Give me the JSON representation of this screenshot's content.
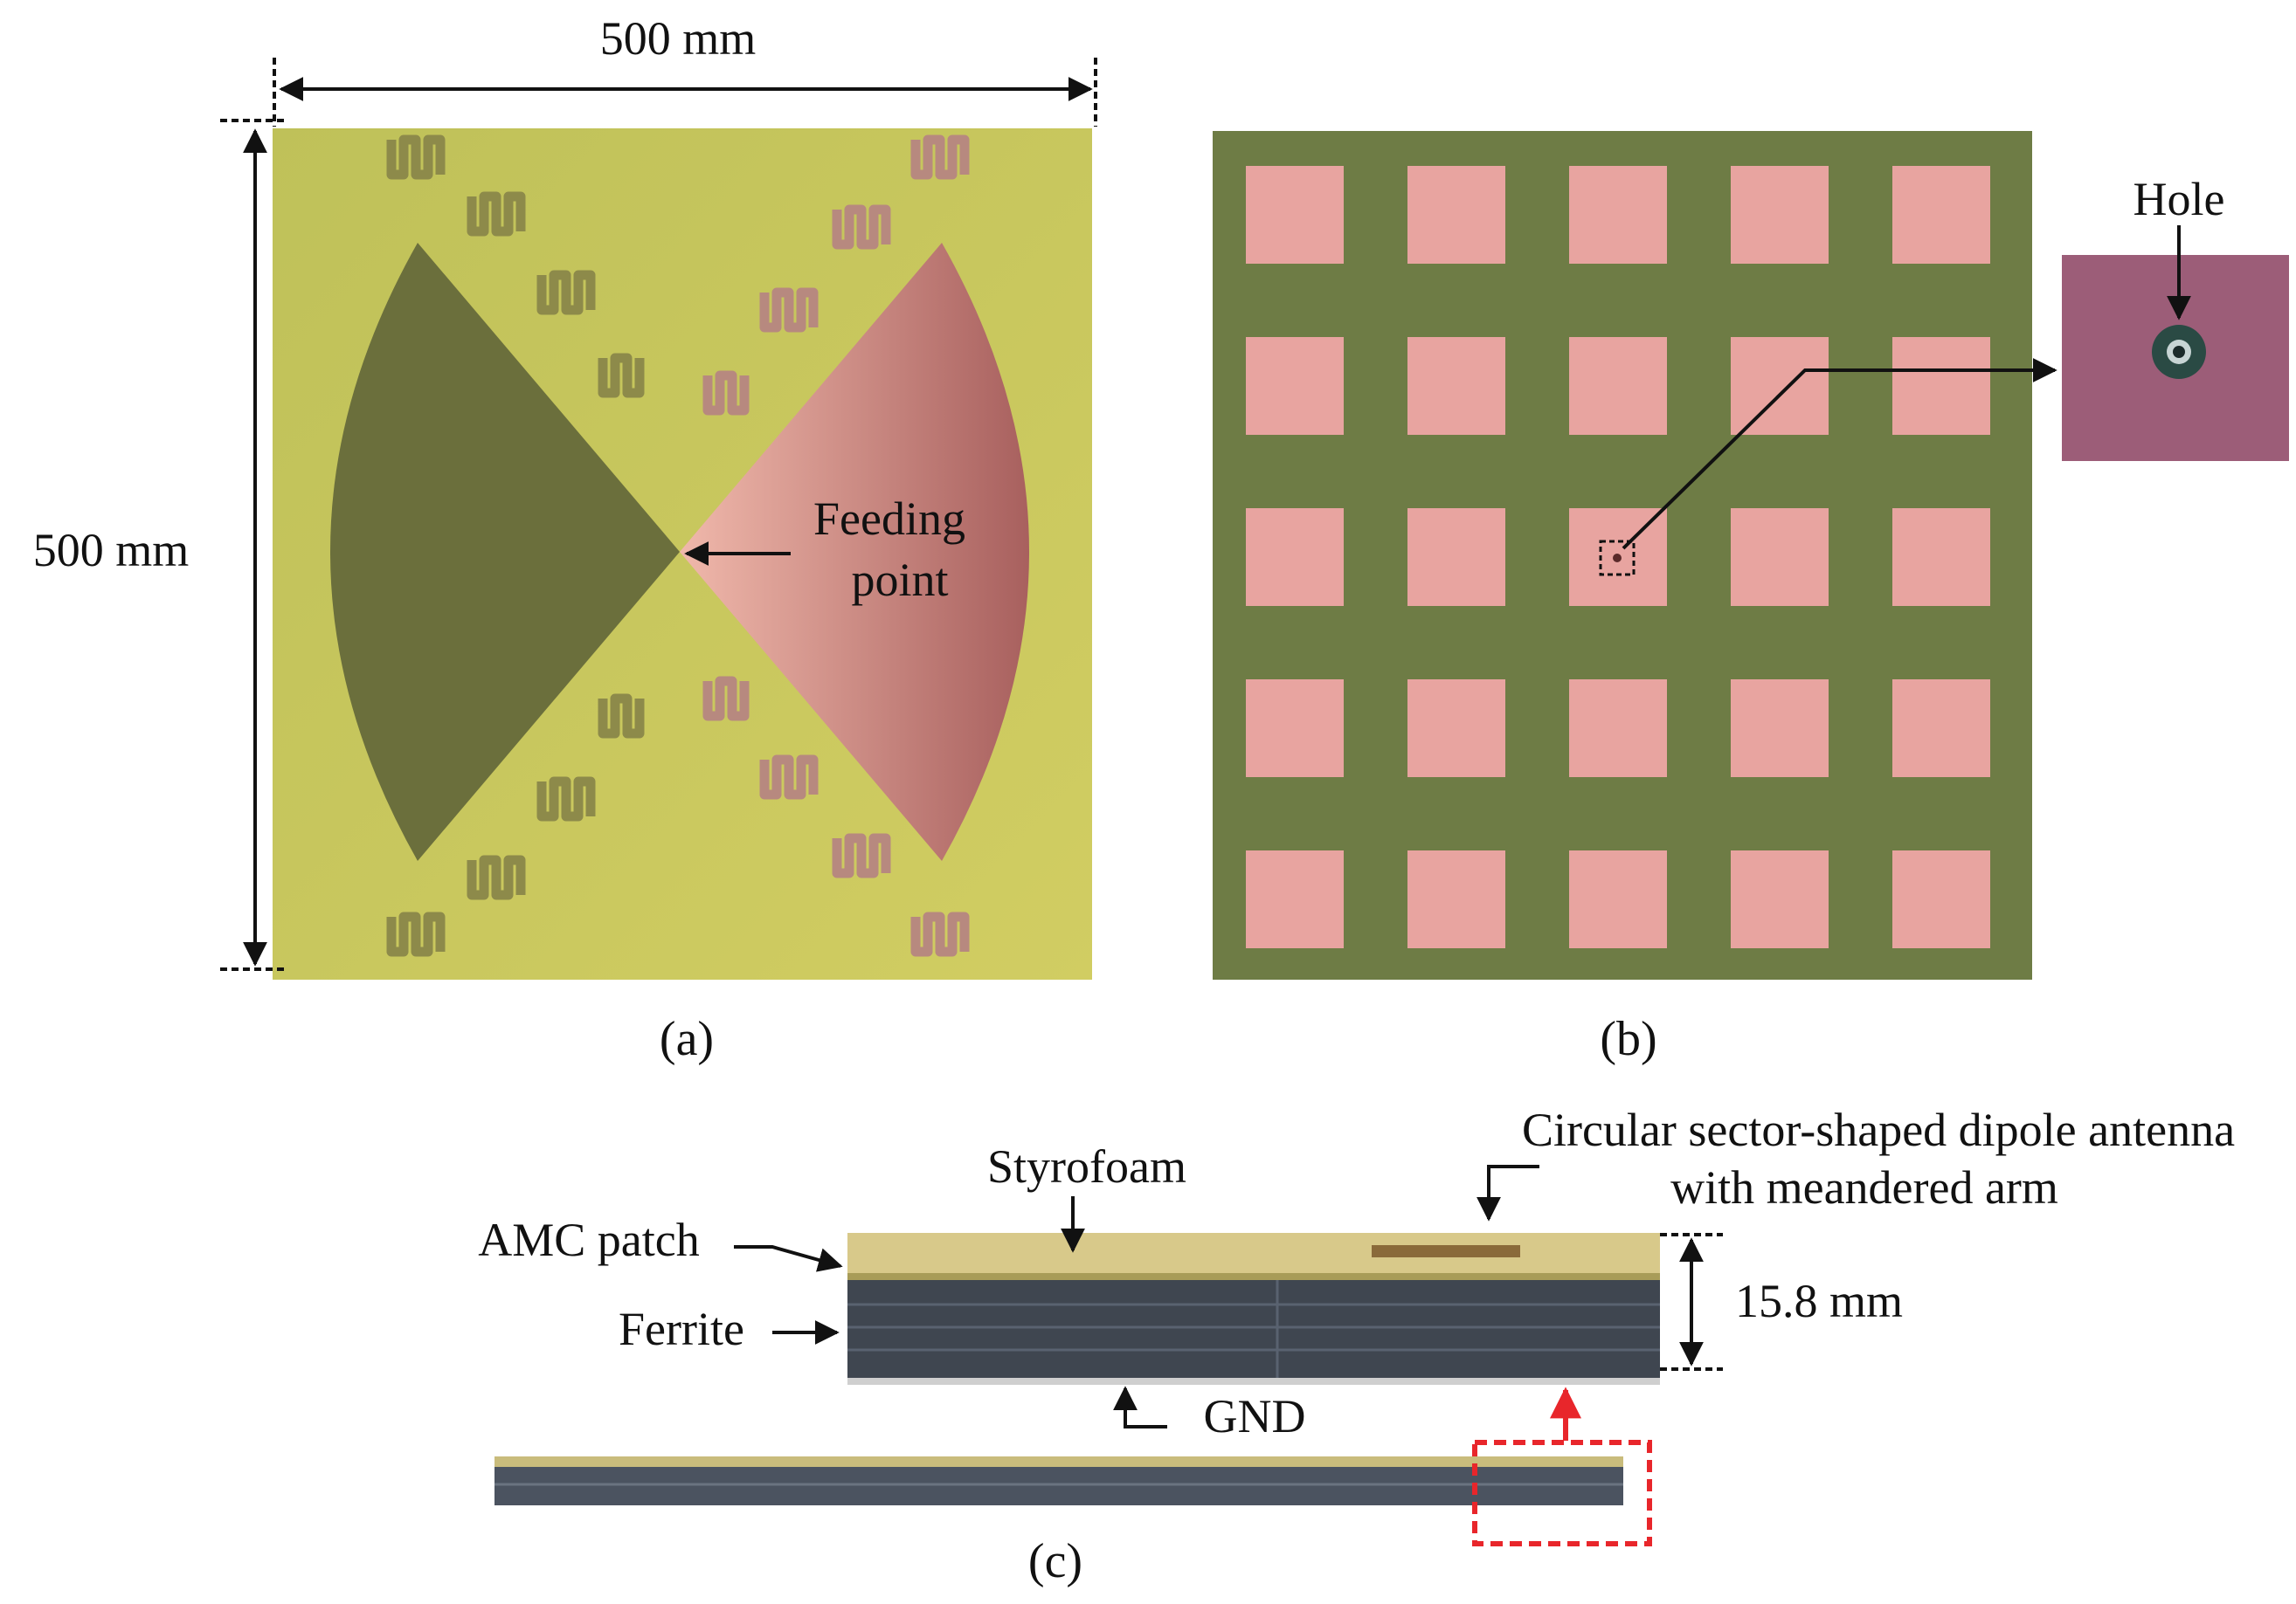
{
  "panel_a": {
    "label": "(a)",
    "width_label": "500 mm",
    "height_label": "500 mm",
    "feed_label_line1": "Feeding",
    "feed_label_line2": "point"
  },
  "panel_b": {
    "label": "(b)",
    "hole_label": "Hole",
    "grid_rows": 5,
    "grid_cols": 5
  },
  "panel_c": {
    "label": "(c)",
    "styrofoam_label": "Styrofoam",
    "antenna_label_line1": "Circular sector-shaped dipole antenna",
    "antenna_label_line2": "with meandered arm",
    "amc_label": "AMC patch",
    "ferrite_label": "Ferrite",
    "gnd_label": "GND",
    "thickness_label": "15.8 mm"
  },
  "colors": {
    "board_yellow": "#c9c65a",
    "dark_sector": "#6b6f3c",
    "copper_sector": "#c98078",
    "amc_substrate": "#6e7c45",
    "amc_patch": "#e8a4a0",
    "ferrite": "#3f4650",
    "styrofoam": "#d8c98a",
    "zoom_box": "#e8262b"
  }
}
